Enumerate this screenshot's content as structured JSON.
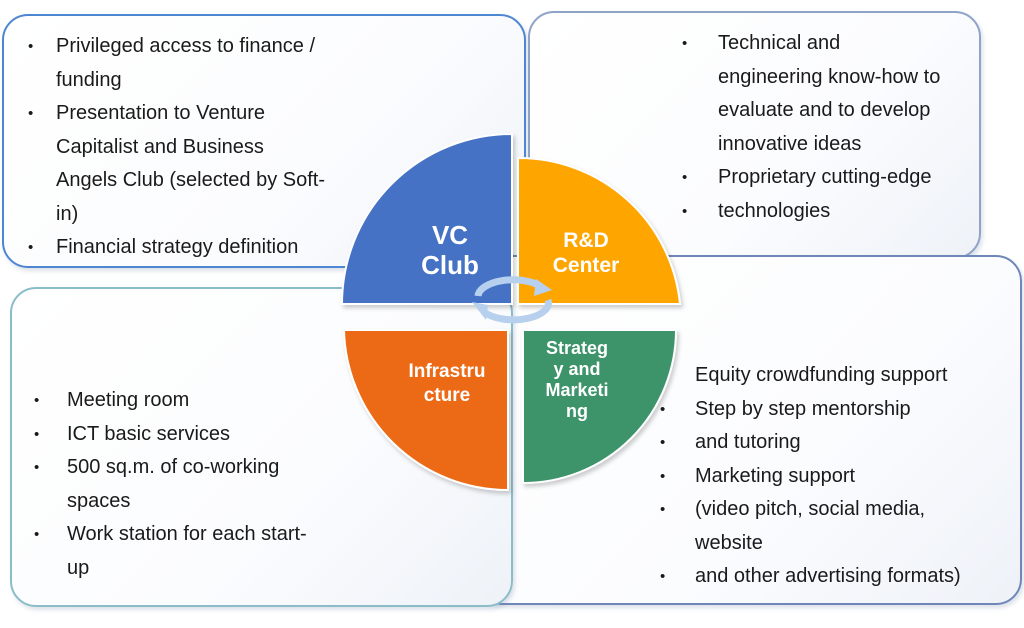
{
  "vc_club": {
    "title": "VC\nClub",
    "lines": [
      {
        "bullet": true,
        "text": "Privileged access to finance /"
      },
      {
        "bullet": false,
        "text": "funding"
      },
      {
        "bullet": true,
        "text": "Presentation to Venture"
      },
      {
        "bullet": false,
        "text": "Capitalist and Business"
      },
      {
        "bullet": false,
        "text": "Angels Club (selected by Soft-"
      },
      {
        "bullet": false,
        "text": "in)"
      },
      {
        "bullet": true,
        "text": "Financial strategy definition"
      }
    ]
  },
  "rd_center": {
    "title": "R&D\nCenter",
    "lines": [
      {
        "bullet": true,
        "text": "Technical and"
      },
      {
        "bullet": false,
        "text": "engineering know-how to"
      },
      {
        "bullet": false,
        "text": "evaluate and to develop"
      },
      {
        "bullet": false,
        "text": "innovative ideas"
      },
      {
        "bullet": true,
        "text": "Proprietary cutting-edge"
      },
      {
        "bullet": true,
        "text": "technologies"
      }
    ]
  },
  "infrastructure": {
    "title": "Infrastru\ncture",
    "lines": [
      {
        "bullet": true,
        "text": "Meeting room"
      },
      {
        "bullet": true,
        "text": "ICT basic services"
      },
      {
        "bullet": true,
        "text": "500 sq.m. of co-working"
      },
      {
        "bullet": false,
        "text": "spaces"
      },
      {
        "bullet": true,
        "text": "Work station for each start-"
      },
      {
        "bullet": false,
        "text": "up"
      }
    ]
  },
  "strategy_marketing": {
    "title": "Strateg\ny and\nMarketi\nng",
    "lines": [
      {
        "bullet": false,
        "text": "Equity crowdfunding support"
      },
      {
        "bullet": true,
        "text": "Step by step mentorship"
      },
      {
        "bullet": true,
        "text": "and tutoring"
      },
      {
        "bullet": true,
        "text": "Marketing support"
      },
      {
        "bullet": true,
        "text": "(video pitch, social media,"
      },
      {
        "bullet": false,
        "text": "website"
      },
      {
        "bullet": true,
        "text": "and other advertising formats)"
      }
    ]
  },
  "colors": {
    "vc": "#4472c4",
    "rd": "#ffa500",
    "infra": "#ec6b16",
    "strat": "#3e946a",
    "cycle_arrow": "#b7d0ee"
  }
}
